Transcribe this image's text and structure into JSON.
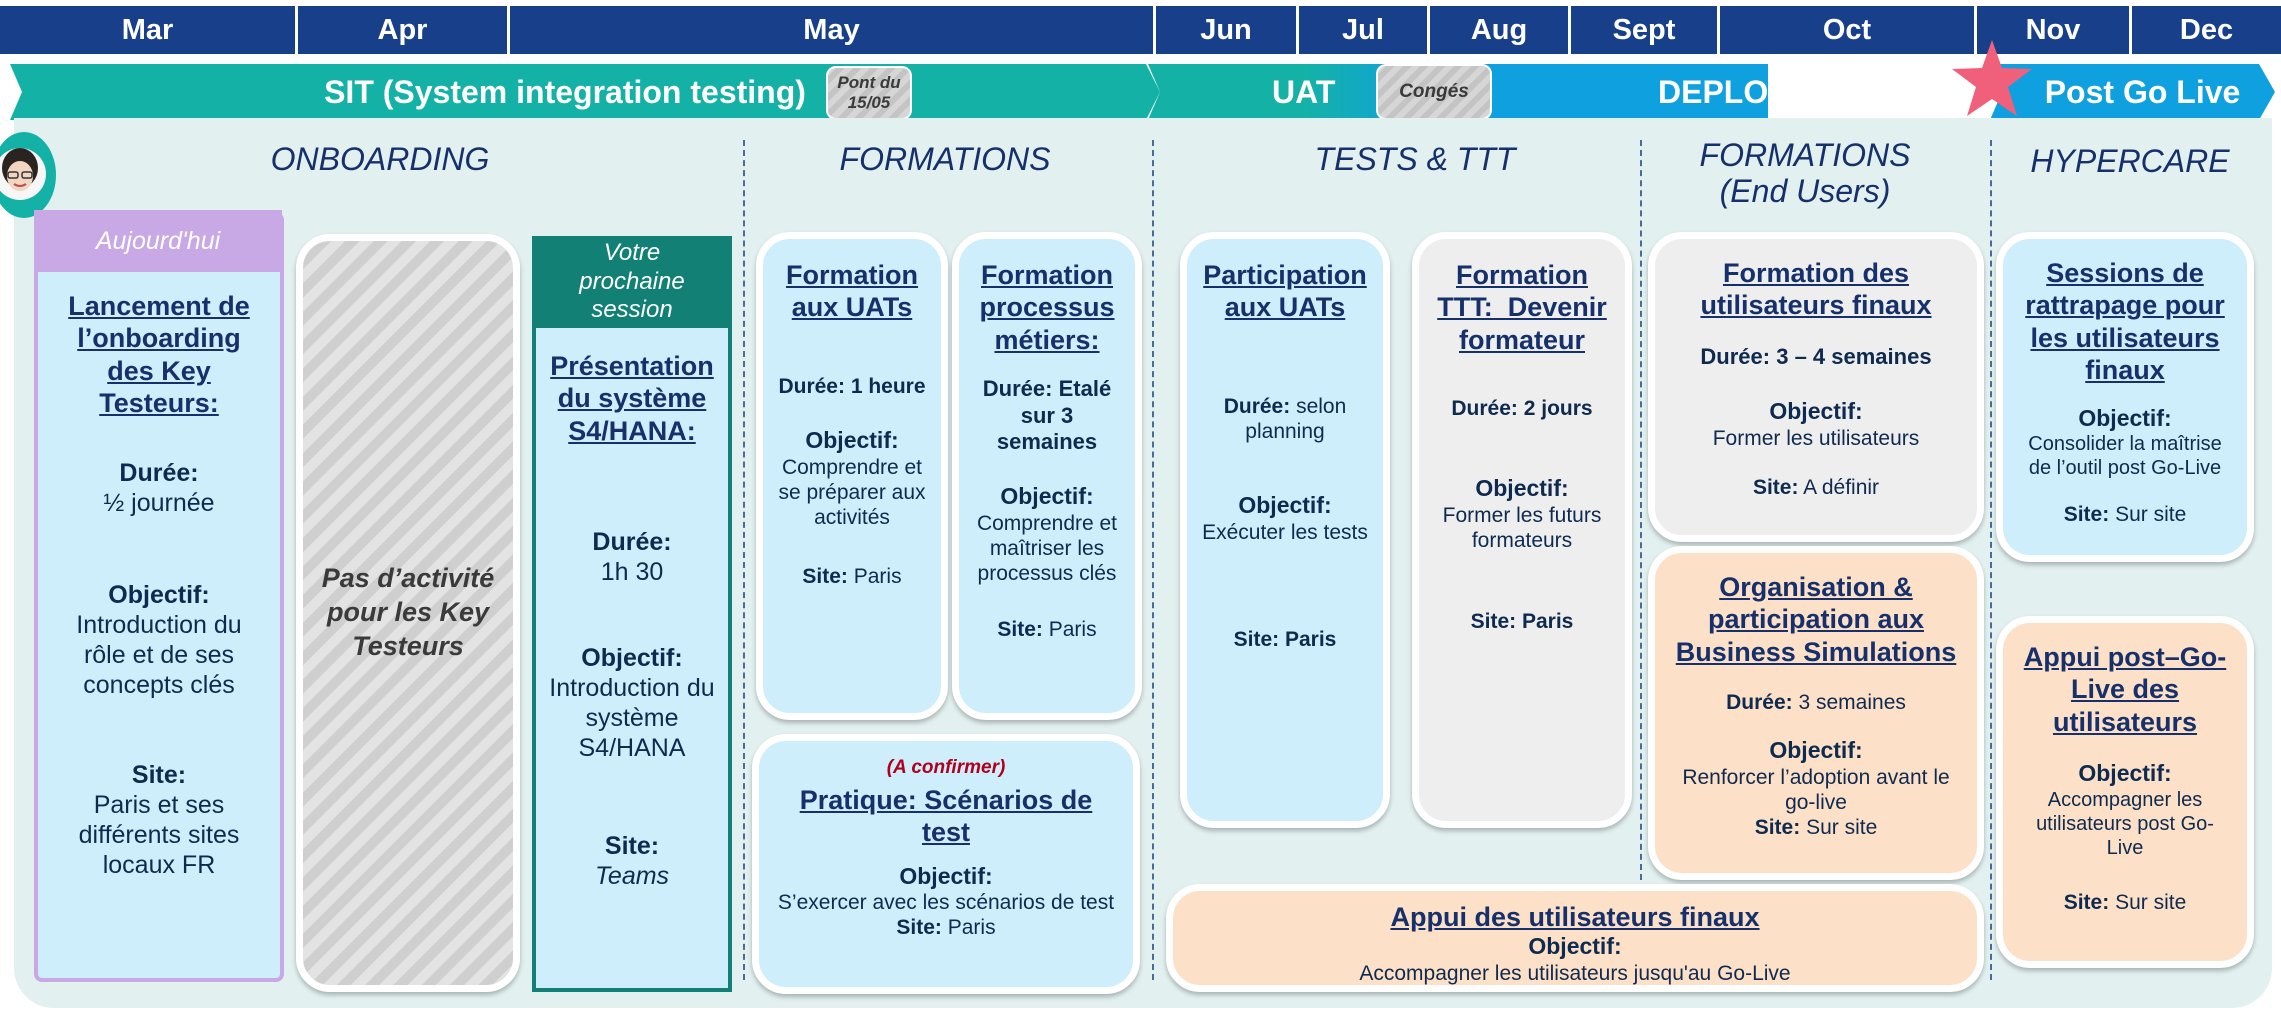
{
  "months": [
    "Mar",
    "Apr",
    "May",
    "Jun",
    "Jul",
    "Aug",
    "Sept",
    "Oct",
    "Nov",
    "Dec"
  ],
  "phases": {
    "sit": "SIT (System integration testing)",
    "pont": [
      "Pont du",
      "15/05"
    ],
    "uat": "UAT",
    "conges": "Congés",
    "deploy": "DEPLOY",
    "post_go_live": "Post Go Live"
  },
  "colors": {
    "header": "#173f8a",
    "sit": "#14b2a6",
    "deploy": "#0fa1df",
    "star": "#f0607a",
    "today": "#c9a8e6",
    "next_session": "#128074"
  },
  "sections": {
    "onboarding": "ONBOARDING",
    "formations": "FORMATIONS",
    "tests": "TESTS & TTT",
    "formations_end_users": [
      "FORMATIONS",
      "(End Users)"
    ],
    "hypercare": "HYPERCARE"
  },
  "today_tag": "Aujourd'hui",
  "next_session_tag": [
    "Votre",
    "prochaine",
    "session"
  ],
  "cards": {
    "onboarding_launch": {
      "title": [
        "Lancement de",
        "l’onboarding",
        "des Key",
        "Testeurs:"
      ],
      "duree_label": "Durée:",
      "duree": "½ journée",
      "objectif_label": "Objectif:",
      "objectif": [
        "Introduction du",
        "rôle et de ses",
        "concepts clés"
      ],
      "site_label": "Site:",
      "site": [
        "Paris et ses",
        "différents sites",
        "locaux FR"
      ]
    },
    "no_activity": [
      "Pas d’activité",
      "pour les Key",
      "Testeurs"
    ],
    "s4hana": {
      "title": [
        "Présentation",
        "du système",
        "S4/HANA:"
      ],
      "duree_label": "Durée:",
      "duree": "1h 30",
      "objectif_label": "Objectif:",
      "objectif": [
        "Introduction du",
        "système",
        "S4/HANA"
      ],
      "site_label": "Site:",
      "site": "Teams"
    },
    "formation_uats": {
      "title": [
        "Formation",
        "aux UATs"
      ],
      "duree_label": "Durée:",
      "duree": "1 heure",
      "objectif_label": "Objectif:",
      "objectif": [
        "Comprendre et",
        "se préparer aux",
        "activités"
      ],
      "site_label": "Site:",
      "site": "Paris"
    },
    "formation_processus": {
      "title": [
        "Formation",
        "processus",
        "métiers:"
      ],
      "duree_label": "Durée:",
      "duree": [
        "Etalé",
        "sur 3",
        "semaines"
      ],
      "objectif_label": "Objectif:",
      "objectif": [
        "Comprendre et",
        "maîtriser les",
        "processus clés"
      ],
      "site_label": "Site:",
      "site": "Paris"
    },
    "pratique": {
      "note": "(A confirmer)",
      "title": [
        "Pratique: Scénarios de",
        "test"
      ],
      "objectif_label": "Objectif:",
      "objectif": "S’exercer avec les scénarios de test",
      "site_label": "Site:",
      "site": "Paris"
    },
    "participation_uats": {
      "title": [
        "Participation",
        "aux UATs"
      ],
      "duree_label": "Durée:",
      "duree": [
        "selon",
        "planning"
      ],
      "objectif_label": "Objectif:",
      "objectif": "Exécuter les tests",
      "site_label": "Site:",
      "site": "Paris"
    },
    "formation_ttt": {
      "title": [
        "Formation",
        "TTT:  Devenir",
        "formateur"
      ],
      "duree_label": "Durée:",
      "duree": "2 jours",
      "objectif_label": "Objectif:",
      "objectif": [
        "Former les futurs",
        "formateurs"
      ],
      "site_label": "Site:",
      "site": "Paris"
    },
    "formation_users": {
      "title": [
        "Formation des",
        "utilisateurs finaux"
      ],
      "duree_label": "Durée:",
      "duree": "3 – 4 semaines",
      "objectif_label": "Objectif:",
      "objectif": "Former les utilisateurs",
      "site_label": "Site:",
      "site": "A définir"
    },
    "business_sim": {
      "title": [
        "Organisation &",
        "participation aux",
        "Business Simulations"
      ],
      "duree_label": "Durée:",
      "duree": "3 semaines",
      "objectif_label": "Objectif:",
      "objectif": [
        "Renforcer l’adoption avant le",
        "go-live"
      ],
      "site_label": "Site:",
      "site": "Sur site"
    },
    "appui_users": {
      "title": "Appui des utilisateurs finaux",
      "objectif_label": "Objectif:",
      "objectif": "Accompagner les utilisateurs jusqu'au Go-Live"
    },
    "rattrapage": {
      "title": [
        "Sessions de",
        "rattrapage pour",
        "les utilisateurs",
        "finaux"
      ],
      "objectif_label": "Objectif:",
      "objectif": [
        "Consolider la maîtrise",
        "de l’outil post Go-Live"
      ],
      "site_label": "Site:",
      "site": "Sur site"
    },
    "appui_post": {
      "title": [
        "Appui post–Go-",
        "Live des",
        "utilisateurs"
      ],
      "objectif_label": "Objectif:",
      "objectif": [
        "Accompagner les",
        "utilisateurs post Go-",
        "Live"
      ],
      "site_label": "Site:",
      "site": "Sur site"
    }
  }
}
